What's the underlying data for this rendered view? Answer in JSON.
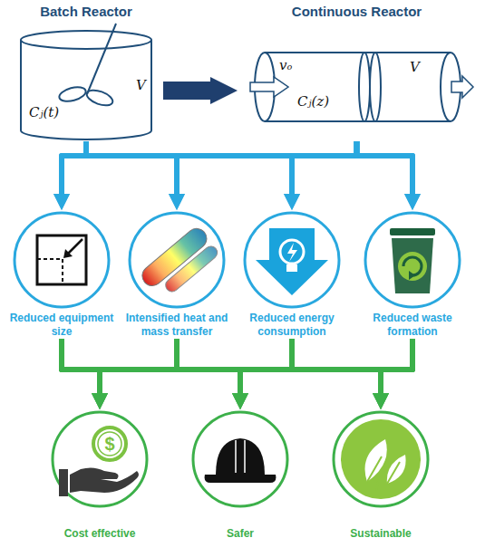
{
  "diagram": {
    "nodes": [
      {
        "text": [
          "Batch Reactor",
          "Cⱼ(t)",
          "V"
        ]
      },
      {
        "text": [
          "Continuous Reactor",
          "vₒ",
          "Cⱼ(z)",
          "V"
        ]
      },
      {
        "text": [
          "Reduced equipment size"
        ]
      },
      {
        "text": [
          "Intensified heat and mass transfer"
        ]
      },
      {
        "text": [
          "Reduced energy consumption"
        ]
      },
      {
        "text": [
          "Reduced waste formation"
        ]
      },
      {
        "text": [
          "Cost effective"
        ]
      },
      {
        "text": [
          "Safer"
        ]
      },
      {
        "text": [
          "Sustainable"
        ]
      }
    ],
    "edges": [
      {
        "from": 0,
        "to": 1,
        "arrow": "to"
      },
      {
        "from": 0,
        "to": 2,
        "arrow": "to"
      },
      {
        "from": 0,
        "to": 3,
        "arrow": "to"
      },
      {
        "from": 0,
        "to": 4,
        "arrow": "to"
      },
      {
        "from": 0,
        "to": 5,
        "arrow": "to"
      },
      {
        "from": 1,
        "to": 2,
        "arrow": "to"
      },
      {
        "from": 1,
        "to": 3,
        "arrow": "to"
      },
      {
        "from": 1,
        "to": 4,
        "arrow": "to"
      },
      {
        "from": 1,
        "to": 5,
        "arrow": "to"
      },
      {
        "from": 2,
        "to": 6,
        "arrow": "to"
      },
      {
        "from": 2,
        "to": 7,
        "arrow": "to"
      },
      {
        "from": 2,
        "to": 8,
        "arrow": "to"
      },
      {
        "from": 3,
        "to": 6,
        "arrow": "to"
      },
      {
        "from": 3,
        "to": 7,
        "arrow": "to"
      },
      {
        "from": 3,
        "to": 8,
        "arrow": "to"
      },
      {
        "from": 4,
        "to": 6,
        "arrow": "to"
      },
      {
        "from": 4,
        "to": 7,
        "arrow": "to"
      },
      {
        "from": 4,
        "to": 8,
        "arrow": "to"
      },
      {
        "from": 5,
        "to": 6,
        "arrow": "to"
      },
      {
        "from": 5,
        "to": 7,
        "arrow": "to"
      },
      {
        "from": 5,
        "to": 8,
        "arrow": "to"
      }
    ],
    "labels": [
      "$"
    ]
  }
}
